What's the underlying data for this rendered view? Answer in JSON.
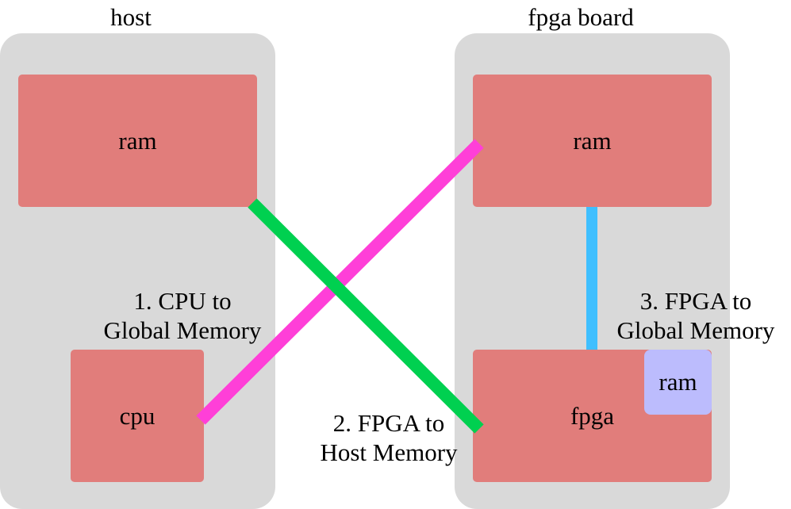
{
  "host": {
    "title": "host",
    "ram_label": "ram",
    "cpu_label": "cpu"
  },
  "fpga_board": {
    "title": "fpga board",
    "ram_label": "ram",
    "fpga_label": "fpga",
    "onchip_ram_label": "ram"
  },
  "captions": {
    "cpu_to_global_line1": "1. CPU to",
    "cpu_to_global_line2": "Global Memory",
    "fpga_to_host_line1": "2. FPGA to",
    "fpga_to_host_line2": "Host Memory",
    "fpga_to_global_line1": "3. FPGA to",
    "fpga_to_global_line2": "Global Memory"
  },
  "colors": {
    "panel": "#d9d9d9",
    "memory_box": "#e17d7b",
    "onchip_ram": "#bcbcfd",
    "cpu_to_global_link": "#ff3fd8",
    "fpga_to_host_link": "#00d050",
    "fpga_to_global_link": "#3fbfff"
  }
}
